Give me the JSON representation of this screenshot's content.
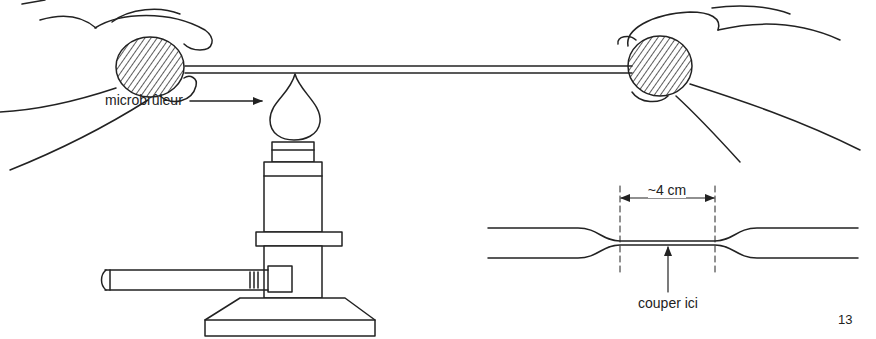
{
  "diagram": {
    "labels": [
      "microbrûleur",
      "~4 cm",
      "couper ici",
      "13"
    ]
  }
}
